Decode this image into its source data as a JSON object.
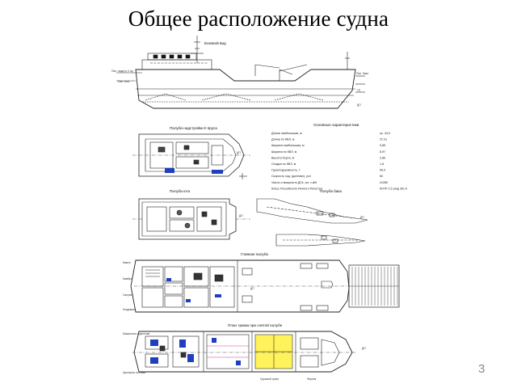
{
  "slide": {
    "title": "Общее расположение судна",
    "page_number": "3"
  },
  "drawing": {
    "side_view_label": "Боковой вид",
    "bridge_deck_label": "Палуба надстройки II яруса",
    "upper_deck_label": "Палуба юта",
    "tank_deck_label": "Палуба бака",
    "main_deck_label": "Главная палуба",
    "hold_plan_label": "План трюма при снятой палубе",
    "specs_label": "Основные характеристики",
    "dp_mark": "ДП",
    "specs": [
      {
        "name": "Длина наибольшая, м",
        "value": "ок. 43,0"
      },
      {
        "name": "Длина по КВЛ, м",
        "value": "37,31"
      },
      {
        "name": "Ширина наибольшая, м",
        "value": "9,85"
      },
      {
        "name": "Ширина по КВЛ, м",
        "value": "8,97"
      },
      {
        "name": "Высота борта, м",
        "value": "2,80"
      },
      {
        "name": "Осадка по КВЛ, м",
        "value": "1,8"
      },
      {
        "name": "Грузоподъемность, т",
        "value": "50,0"
      },
      {
        "name": "Скорость ход. (доп/мах), узл",
        "value": "60"
      },
      {
        "name": "Число и мощность ДГА, шт. х кВт",
        "value": "2х350"
      },
      {
        "name": "Класс Российского Речного Регистра",
        "value": "М-ПР 2,5 (лед 30) А"
      }
    ]
  }
}
